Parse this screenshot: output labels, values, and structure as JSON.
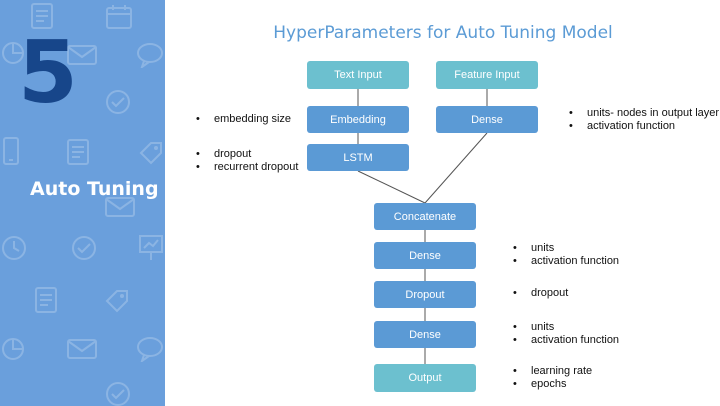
{
  "sidebar": {
    "number": "5",
    "section_title": "Auto Tuning",
    "background_color": "#6a9fdc",
    "number_color": "#17468a"
  },
  "title": "HyperParameters for Auto Tuning Model",
  "nodes": {
    "text_input": "Text Input",
    "feature_input": "Feature Input",
    "embedding": "Embedding",
    "dense_top": "Dense",
    "lstm": "LSTM",
    "concatenate": "Concatenate",
    "dense_1": "Dense",
    "dropout": "Dropout",
    "dense_2": "Dense",
    "output": "Output"
  },
  "annotations": {
    "embedding": [
      "embedding size"
    ],
    "lstm": [
      "dropout",
      "recurrent dropout"
    ],
    "dense_top": [
      "units- nodes in output layer",
      "activation function"
    ],
    "dense_1": [
      "units",
      "activation function"
    ],
    "dropout": [
      "dropout"
    ],
    "dense_2": [
      "units",
      "activation function"
    ],
    "output": [
      "learning rate",
      "epochs"
    ]
  },
  "colors": {
    "input_output_node": "#6cc0cf",
    "layer_node": "#5b9ad5",
    "title": "#5b9bd5",
    "connector": "#555555"
  }
}
